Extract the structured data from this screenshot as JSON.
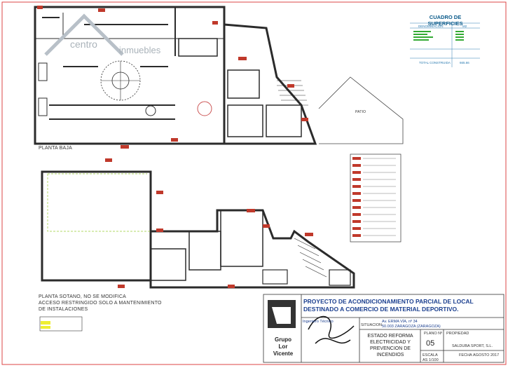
{
  "watermark": {
    "brand_left": "centro",
    "brand_right": "inmuebles"
  },
  "plan_labels": {
    "planta_baja": "PLANTA BAJA",
    "planta_sotano_1": "PLANTA SOTANO, NO SE MODIFICA",
    "planta_sotano_2": "ACCESO RESTRINGIDO SOLO A MANTENIMIENTO",
    "planta_sotano_3": "DE INSTALACIONES",
    "patio": "PATIO"
  },
  "surfaces": {
    "title": "CUADRO DE SUPERFICIES",
    "col_denominacion": "DENOMINACION",
    "col_m2": "M2",
    "total_label": "TOTAL CONSTRUIDA",
    "total_value": "665.66"
  },
  "title_block": {
    "project_line1": "PROYECTO DE ACONDICIONAMIENTO PARCIAL DE LOCAL",
    "project_line2": "DESTINADO A COMERCIO DE MATERIAL DEPORTIVO.",
    "company_line1": "Grupo",
    "company_line2": "Lor",
    "company_line3": "Vicente",
    "engineer_label": "Ingeniero Técnico",
    "situacion_label": "SITUACION",
    "situacion_value_1": "Av. ERMA VÍA, nº 34",
    "situacion_value_2": "50.003 ZARAGOZA (ZARAGOZA)",
    "plan_title": "ESTADO REFORMA ELECTRICIDAD Y PREVENCION DE INCENDIOS",
    "plano_label": "PLANO Nº",
    "plano_value": "05",
    "propiedad_label": "PROPIEDAD",
    "propiedad_value": "SALDUBA SPORT, S.L.",
    "escala_label": "ESCALA",
    "escala_value": "AS 1/100",
    "fecha_label": "FECHA",
    "fecha_value": "AGOSTO 2017"
  },
  "colors": {
    "border_red": "#c0392b",
    "plan_line": "#2b2b2b",
    "sq_blue": "#2a7ab0",
    "title_blue": "#1b3f8f"
  }
}
